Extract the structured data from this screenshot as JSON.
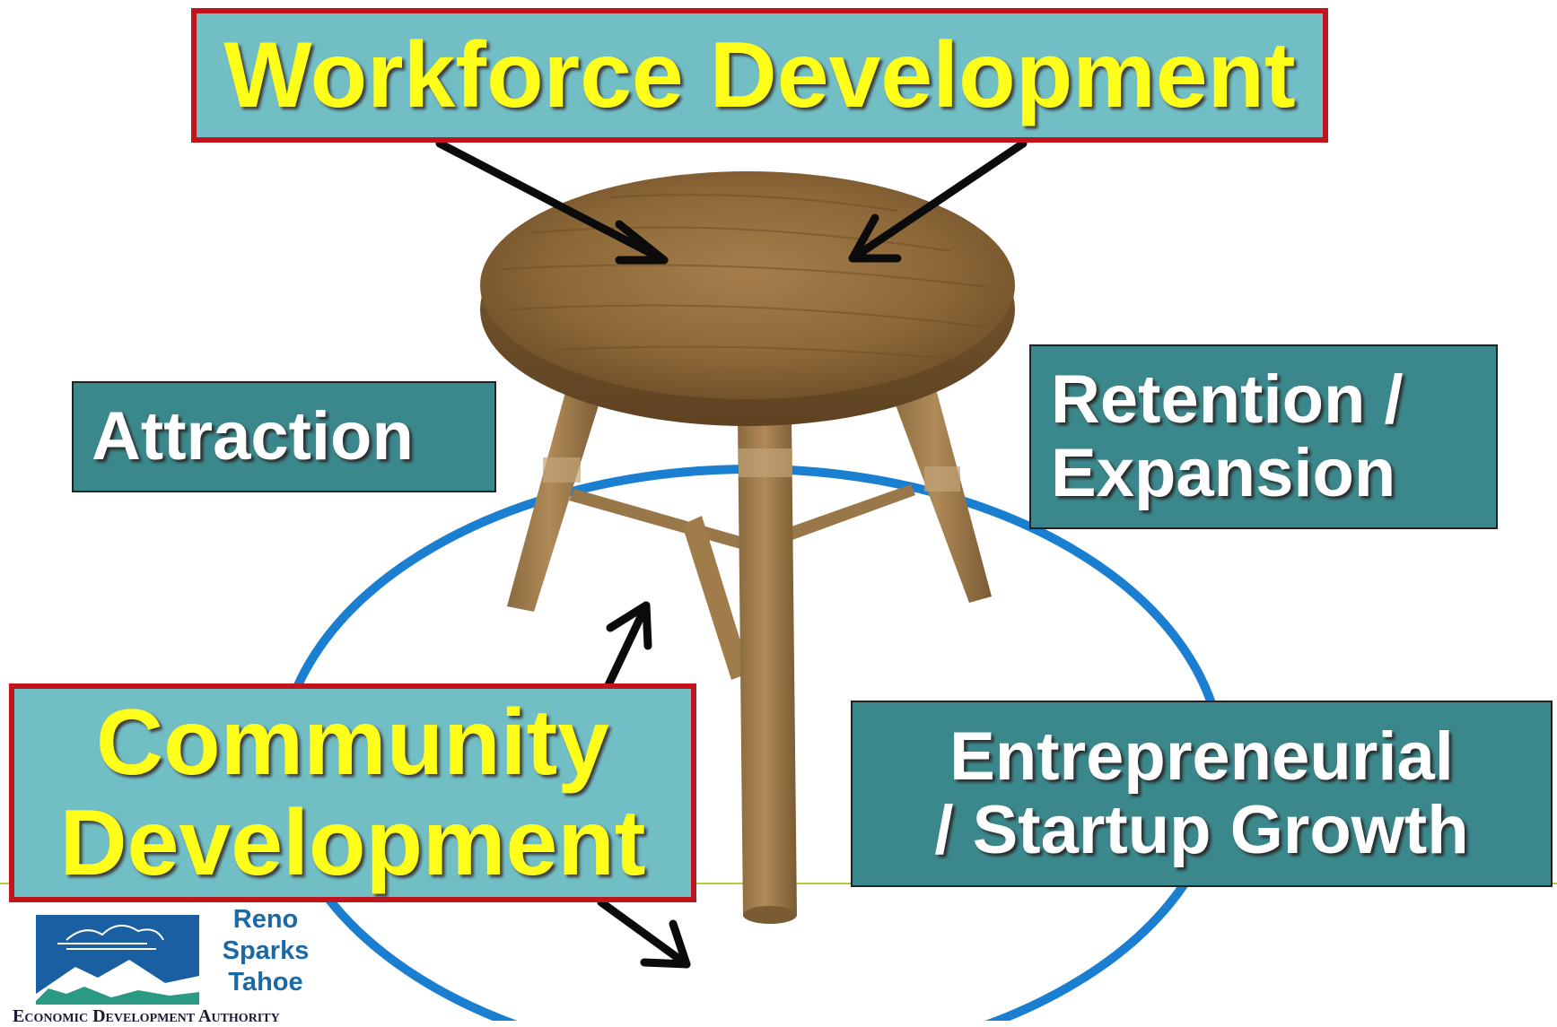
{
  "diagram": {
    "top_box": {
      "label": "Workforce Development"
    },
    "left_box": {
      "label": "Attraction"
    },
    "right_box": {
      "lines": [
        "Retention /",
        "Expansion"
      ]
    },
    "bottom_left_box": {
      "lines": [
        "Community",
        "Development"
      ]
    },
    "bottom_right_box": {
      "lines": [
        "Entrepreneurial",
        "/ Startup Growth"
      ]
    },
    "icons": {
      "center_image": "three-legged-wooden-stool-icon",
      "ring": "blue-ellipse-ring",
      "arrows": "black-arrow-icon"
    },
    "colors": {
      "box_dark": "#3b888c",
      "box_light": "#72bec5",
      "highlight_border": "#c0151c",
      "highlight_text": "#ffff1a",
      "ring": "#1b7fd1",
      "arrow": "#0b0b0b"
    }
  },
  "logo": {
    "words": [
      "Reno",
      "Sparks",
      "Tahoe"
    ],
    "tagline": "Economic Development Authority"
  }
}
